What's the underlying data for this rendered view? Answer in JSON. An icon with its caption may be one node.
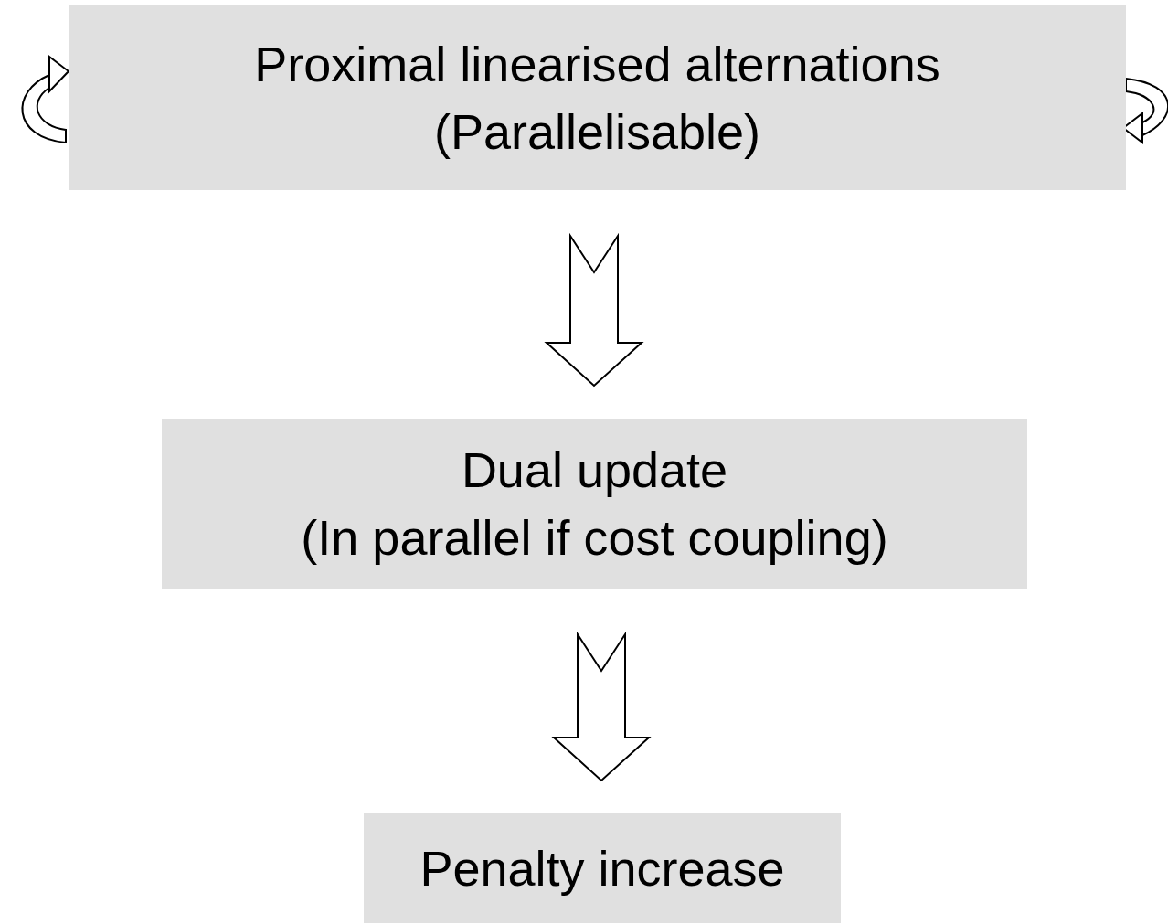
{
  "diagram": {
    "nodes": [
      {
        "text": [
          "Proximal linearised alternations",
          "(Parallelisable)"
        ]
      },
      {
        "text": [
          "Dual update",
          "(In parallel if cost coupling)"
        ]
      },
      {
        "text": [
          "Penalty increase"
        ]
      }
    ],
    "edges": [
      {
        "from": 0,
        "to": 0,
        "arrow": "to"
      },
      {
        "from": 0,
        "to": 0,
        "arrow": "to"
      },
      {
        "from": 0,
        "to": 1,
        "arrow": "to"
      },
      {
        "from": 1,
        "to": 2,
        "arrow": "to"
      }
    ]
  }
}
